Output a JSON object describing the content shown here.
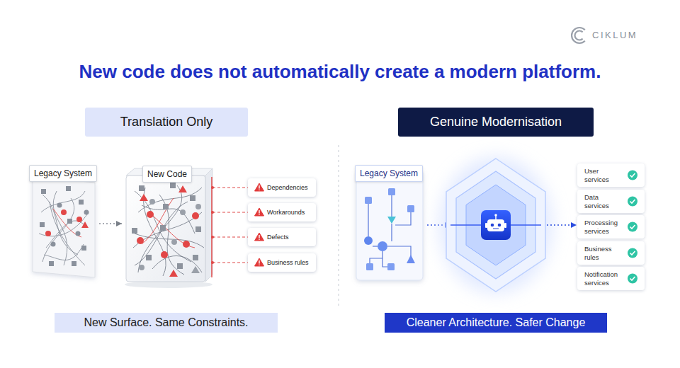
{
  "diagram": {
    "title": "New code does not automatically create a modern platform.",
    "nodes": [
      {
        "text": [
          "Translation Only"
        ]
      },
      {
        "text": [
          "Legacy System"
        ]
      },
      {
        "text": [
          "New Code"
        ]
      },
      {
        "text": [
          "Dependencies"
        ]
      },
      {
        "text": [
          "Workarounds"
        ]
      },
      {
        "text": [
          "Defects"
        ]
      },
      {
        "text": [
          "Business rules"
        ]
      },
      {
        "text": [
          "New Surface. Same Constraints."
        ]
      },
      {
        "text": [
          "Genuine Modernisation"
        ]
      },
      {
        "text": [
          "Legacy System"
        ]
      },
      {
        "text": [
          "User services"
        ]
      },
      {
        "text": [
          "Data services"
        ]
      },
      {
        "text": [
          "Processing services"
        ]
      },
      {
        "text": [
          "Business rules"
        ]
      },
      {
        "text": [
          "Notification services"
        ]
      },
      {
        "text": [
          "Cleaner Architecture. Safer Change"
        ]
      }
    ],
    "edges": [
      {
        "from": 1,
        "to": 2,
        "arrow": "to"
      },
      {
        "from": 2,
        "to": 3,
        "arrow": "none"
      },
      {
        "from": 2,
        "to": 4,
        "arrow": "none"
      },
      {
        "from": 2,
        "to": 5,
        "arrow": "none"
      },
      {
        "from": 2,
        "to": 6,
        "arrow": "none"
      }
    ],
    "labels": [
      "CIKLUM"
    ]
  }
}
